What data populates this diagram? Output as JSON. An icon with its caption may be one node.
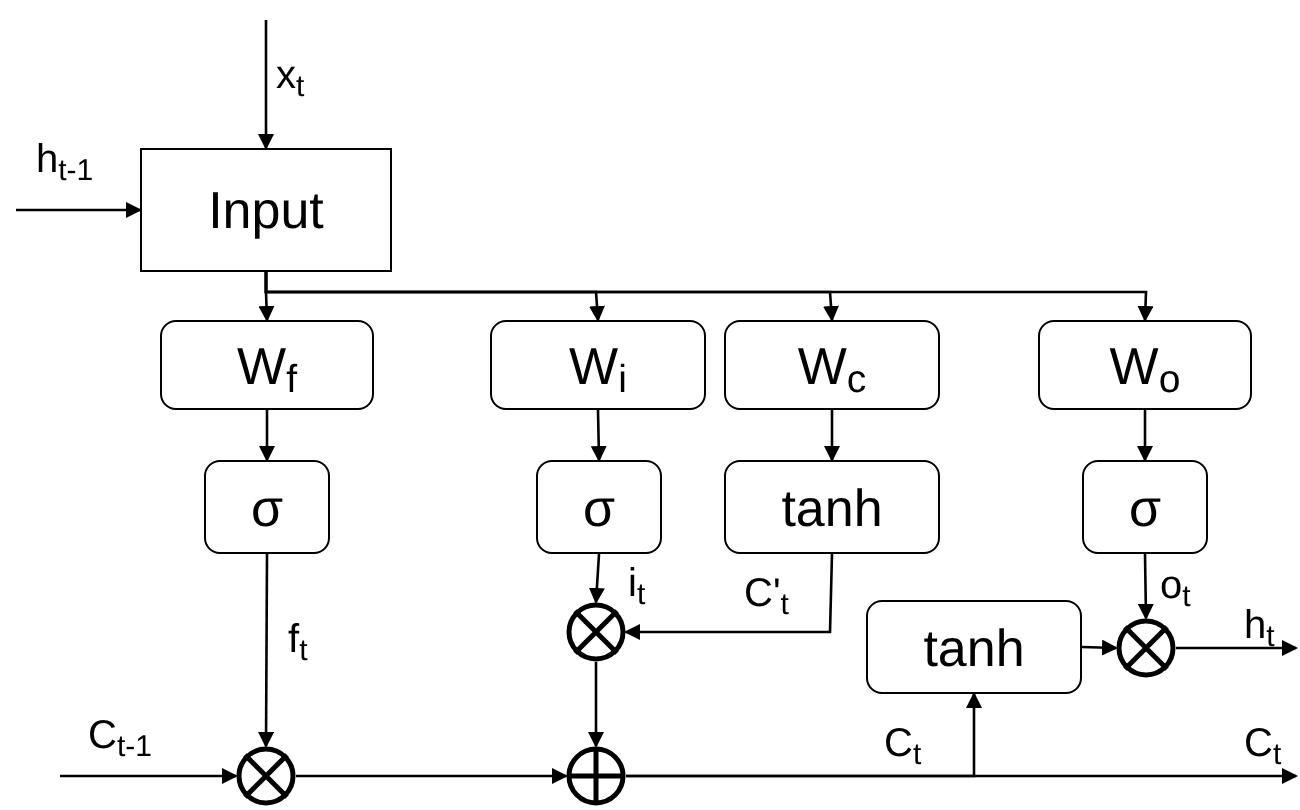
{
  "diagram": {
    "nodes": [
      {
        "text": [
          "Input"
        ]
      },
      {
        "text": [
          "W$_{f}$"
        ]
      },
      {
        "text": [
          "W$_{i}$"
        ]
      },
      {
        "text": [
          "W$_{c}$"
        ]
      },
      {
        "text": [
          "W$_{o}$"
        ]
      },
      {
        "text": [
          "σ"
        ]
      },
      {
        "text": [
          "σ"
        ]
      },
      {
        "text": [
          "tanh"
        ]
      },
      {
        "text": [
          "σ"
        ]
      },
      {
        "text": [],
        "shape": "circle"
      },
      {
        "text": [],
        "shape": "circle"
      },
      {
        "text": [],
        "shape": "circle"
      },
      {
        "text": [
          "tanh"
        ]
      },
      {
        "text": [],
        "shape": "circle"
      }
    ],
    "edges": [
      {
        "from": null,
        "to": 0,
        "arrow": "to",
        "label": "x$_{t}$"
      },
      {
        "from": null,
        "to": 0,
        "arrow": "to",
        "label": "h$_{t-1}$"
      },
      {
        "from": 0,
        "to": 1,
        "arrow": "to"
      },
      {
        "from": 0,
        "to": 2,
        "arrow": "to"
      },
      {
        "from": 0,
        "to": 3,
        "arrow": "to"
      },
      {
        "from": 0,
        "to": 4,
        "arrow": "to"
      },
      {
        "from": 1,
        "to": 5,
        "arrow": "to"
      },
      {
        "from": 2,
        "to": 6,
        "arrow": "to"
      },
      {
        "from": 3,
        "to": 7,
        "arrow": "to"
      },
      {
        "from": 4,
        "to": 8,
        "arrow": "to"
      },
      {
        "from": 5,
        "to": 9,
        "arrow": "to",
        "label": "f$_{t}$"
      },
      {
        "from": 6,
        "to": 10,
        "arrow": "to",
        "label": "i$_{t}$"
      },
      {
        "from": 7,
        "to": 10,
        "arrow": "to",
        "label": "C'$_{t}$"
      },
      {
        "from": null,
        "to": 9,
        "arrow": "to",
        "label": "C$_{t-1}$"
      },
      {
        "from": 9,
        "to": 11,
        "arrow": "to"
      },
      {
        "from": 10,
        "to": 11,
        "arrow": "to"
      },
      {
        "from": 11,
        "to": 12,
        "arrow": "to",
        "label": "C$_{t}$"
      },
      {
        "from": 11,
        "to": null,
        "arrow": "to",
        "label": "C$_{t}$"
      },
      {
        "from": 12,
        "to": 13,
        "arrow": "to"
      },
      {
        "from": 8,
        "to": 13,
        "arrow": "to",
        "label": "o$_{t}$"
      },
      {
        "from": 13,
        "to": null,
        "arrow": "to",
        "label": "h$_{t}$"
      }
    ]
  }
}
